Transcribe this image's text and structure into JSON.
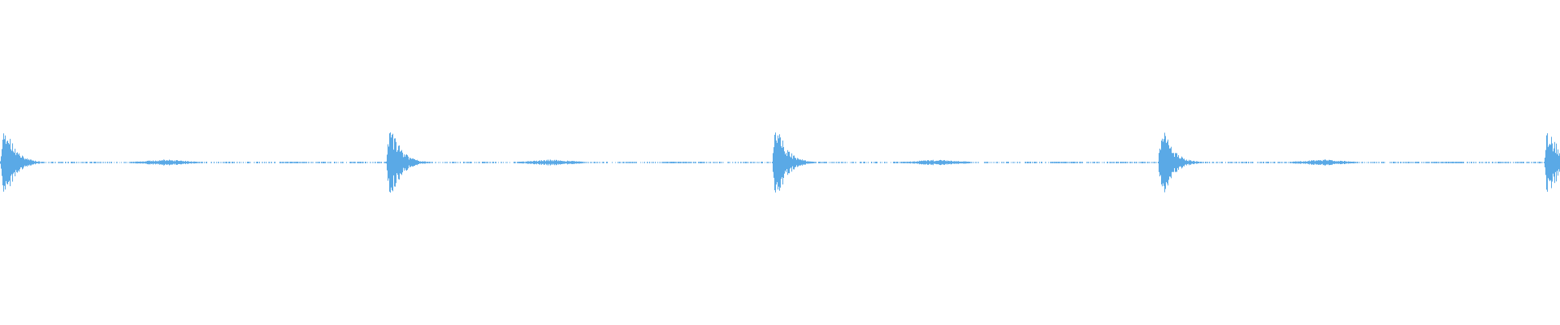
{
  "waveform": {
    "color": "#5aa9e6",
    "background": "#ffffff",
    "pattern": {
      "burst_count": 5,
      "burst_repeat_fraction": 0.2474,
      "burst_first_fraction": 0.002,
      "peak_amplitude": 0.16,
      "baseline_amplitude": 0.004
    }
  }
}
